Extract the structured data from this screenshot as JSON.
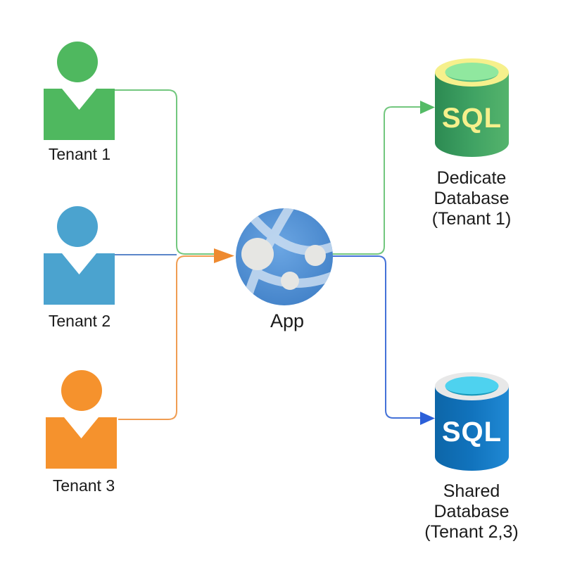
{
  "tenants": [
    {
      "label": "Tenant 1",
      "color": "#4fb85f"
    },
    {
      "label": "Tenant 2",
      "color": "#4ba3cf"
    },
    {
      "label": "Tenant 3",
      "color": "#f5922d"
    }
  ],
  "app": {
    "label": "App",
    "globe_center_color": "#6ba6e3",
    "globe_edge_color": "#3c7cc4",
    "band_color": "#cfe0f2",
    "node_color": "#e6e6e3"
  },
  "databases": [
    {
      "sql_label": "SQL",
      "name_line1": "Dedicate",
      "name_line2": "Database",
      "name_line3": "(Tenant 1)",
      "body_color": "#3fa263",
      "gradient_left": "#2c8a52",
      "gradient_mid": "#3fa263",
      "gradient_right": "#55b46c",
      "rim_color": "#f6f08c",
      "inner_color": "#90e89f",
      "inner_shade_color": "#57bd82",
      "sql_text_color": "#f6f08c"
    },
    {
      "sql_label": "SQL",
      "name_line1": "Shared",
      "name_line2": "Database",
      "name_line3": "(Tenant 2,3)",
      "body_color": "#1173bd",
      "gradient_left": "#0d66a8",
      "gradient_mid": "#1173bd",
      "gradient_right": "#2089d4",
      "rim_color": "#e8e8e8",
      "inner_color": "#4ed2ef",
      "inner_shade_color": "#1798ba",
      "sql_text_color": "#ffffff"
    }
  ],
  "connectors": {
    "tenant1_line_color": "#72c77e",
    "tenant2_line_color": "#5b86c9",
    "tenant3_line_color": "#f09d52",
    "app_arrow_color": "#ee8a30",
    "dedicated_line_color": "#72c77e",
    "dedicated_arrow_color": "#54bb66",
    "shared_line_color": "#4472d8",
    "shared_arrow_color": "#2b5fd9"
  }
}
